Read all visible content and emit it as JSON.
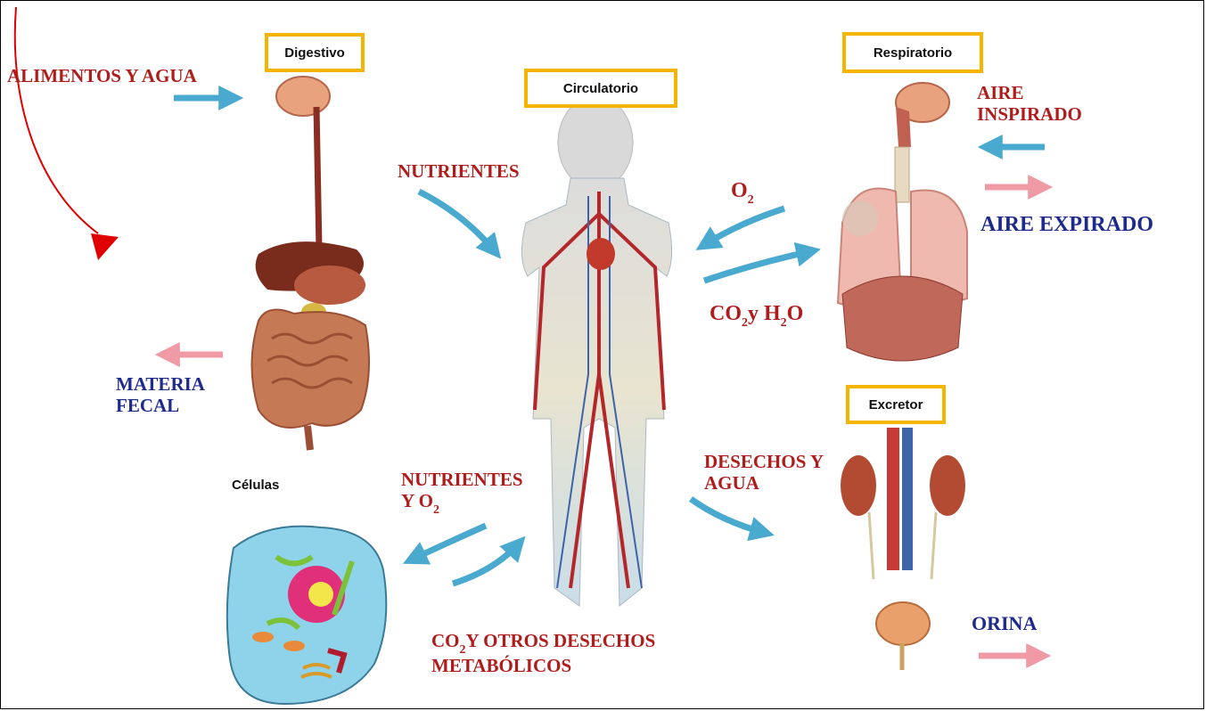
{
  "boxes": {
    "digestivo": "Digestivo",
    "circulatorio": "Circulatorio",
    "respiratorio": "Respiratorio",
    "excretor": "Excretor"
  },
  "labels": {
    "alimentos": "ALIMENTOS Y AGUA",
    "nutrientes": "NUTRIENTES",
    "o2_co": "O",
    "o2_sub": "2",
    "co2_a": "CO",
    "co2_sub": "2",
    "co2_y": "y H",
    "h2_sub": "2",
    "co2_o": "O",
    "aire_inspirado_1": "AIRE",
    "aire_inspirado_2": "INSPIRADO",
    "aire_expirado": "AIRE EXPIRADO",
    "materia_1": "MATERIA",
    "materia_2": "FECAL",
    "celulas": "Células",
    "nutrientes_o2_1": "NUTRIENTES",
    "nutrientes_o2_2": "Y O",
    "nutrientes_o2_sub": "2",
    "desechos_1": "DESECHOS Y",
    "desechos_2": "AGUA",
    "co2_otros_a": "CO",
    "co2_otros_sub": "2",
    "co2_otros_b": "Y OTROS DESECHOS",
    "metabolicos": "METABÓLICOS",
    "orina": "ORINA"
  },
  "colors": {
    "box_border": "#f5b400",
    "red_text": "#b01c1c",
    "blue_text": "#1e2a8c",
    "arrow_blue": "#4aa9cf",
    "arrow_pink": "#f09aa5",
    "pointer_red": "#e00000"
  }
}
